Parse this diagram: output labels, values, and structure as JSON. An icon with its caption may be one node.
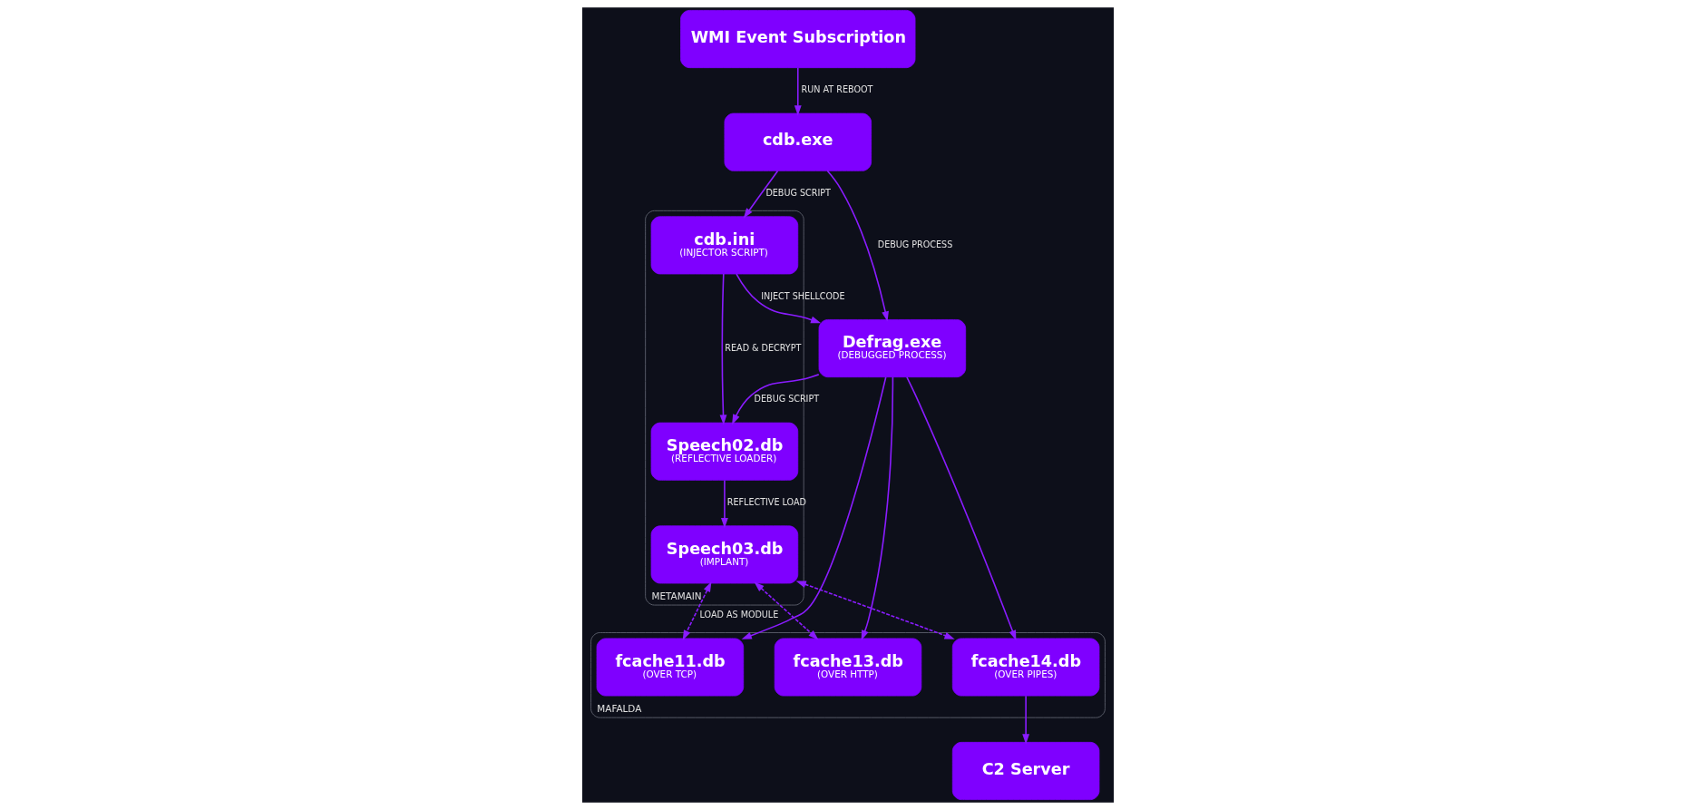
{
  "diagram": {
    "nodes": [
      {
        "text": [
          "WMI Event Subscription"
        ]
      },
      {
        "text": [
          "cdb.exe"
        ]
      },
      {
        "text": [
          "Defrag.exe",
          "(DEBUGGED PROCESS)"
        ]
      },
      {
        "text": [
          "METAMAIN"
        ]
      },
      {
        "text": [
          "cdb.ini",
          "(INJECTOR SCRIPT)"
        ],
        "in": 3
      },
      {
        "text": [
          "Speech02.db",
          "(REFLECTIVE LOADER)"
        ],
        "in": 3
      },
      {
        "text": [
          "Speech03.db",
          "(IMPLANT)"
        ],
        "in": 3
      },
      {
        "text": [
          "MAFALDA"
        ]
      },
      {
        "text": [
          "fcache11.db",
          "(OVER TCP)"
        ],
        "in": 7
      },
      {
        "text": [
          "fcache13.db",
          "(OVER HTTP)"
        ],
        "in": 7
      },
      {
        "text": [
          "fcache14.db",
          "(OVER PIPES)"
        ],
        "in": 7
      },
      {
        "text": [
          "C2 Server"
        ]
      }
    ],
    "edges": [
      {
        "from": 0,
        "to": 1,
        "arrow": "to",
        "label": "RUN AT REBOOT"
      },
      {
        "from": 1,
        "to": 2,
        "arrow": "to",
        "label": "DEBUG PROCESS"
      },
      {
        "from": 1,
        "to": 4,
        "arrow": "to",
        "label": "DEBUG SCRIPT"
      },
      {
        "from": 4,
        "to": 2,
        "arrow": "to",
        "label": "INJECT SHELLCODE"
      },
      {
        "from": 4,
        "to": 5,
        "arrow": "to",
        "label": "READ & DECRYPT"
      },
      {
        "from": 2,
        "to": 5,
        "arrow": "to",
        "label": "DEBUG SCRIPT"
      },
      {
        "from": 5,
        "to": 6,
        "arrow": "to",
        "label": "REFLECTIVE LOAD"
      },
      {
        "from": 2,
        "to": 8,
        "arrow": "to"
      },
      {
        "from": 2,
        "to": 9,
        "arrow": "to"
      },
      {
        "from": 2,
        "to": 10,
        "arrow": "to"
      },
      {
        "from": 6,
        "to": 8,
        "arrow": "both",
        "style": "dashed",
        "label": "LOAD AS MODULE"
      },
      {
        "from": 6,
        "to": 9,
        "arrow": "both",
        "style": "dashed"
      },
      {
        "from": 6,
        "to": 10,
        "arrow": "both",
        "style": "dashed"
      },
      {
        "from": 10,
        "to": 11,
        "arrow": "to"
      }
    ]
  }
}
